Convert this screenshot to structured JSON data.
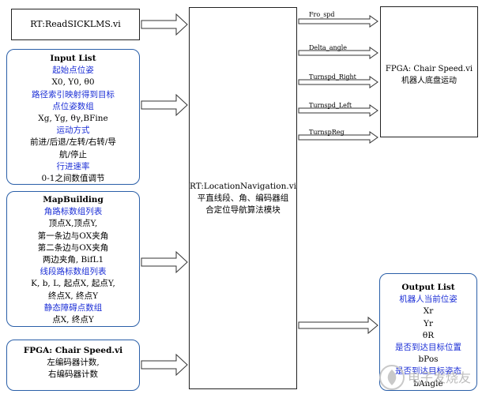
{
  "read_sick": {
    "label": "RT:ReadSICKLMS.vi"
  },
  "input_list": {
    "title": "Input List",
    "lines": [
      {
        "text": "起始点位姿",
        "color": "blue"
      },
      {
        "text": "X0, Y0, θ0",
        "color": "black"
      },
      {
        "text": "路径索引映射得到目标",
        "color": "blue"
      },
      {
        "text": "点位姿数组",
        "color": "blue"
      },
      {
        "text": "Xg, Yg, θγ,BFine",
        "color": "black"
      },
      {
        "text": "运动方式",
        "color": "blue"
      },
      {
        "text": "前进/后退/左转/右转/导",
        "color": "black"
      },
      {
        "text": "航/停止",
        "color": "black"
      },
      {
        "text": "行进速率",
        "color": "blue"
      },
      {
        "text": "0-1之间数值调节",
        "color": "black"
      }
    ]
  },
  "map_building": {
    "title": "MapBuilding",
    "lines": [
      {
        "text": "角路标数组列表",
        "color": "blue"
      },
      {
        "text": "顶点X,顶点Y,",
        "color": "black"
      },
      {
        "text": "第一条边与OX夹角",
        "color": "black"
      },
      {
        "text": "第二条边与OX夹角",
        "color": "black"
      },
      {
        "text": "两边夹角, BifL1",
        "color": "black"
      },
      {
        "text": "线段路标数组列表",
        "color": "blue"
      },
      {
        "text": "K, b, L, 起点X, 起点Y,",
        "color": "black"
      },
      {
        "text": "终点X, 终点Y",
        "color": "black"
      },
      {
        "text": "静态障碍点数组",
        "color": "blue"
      },
      {
        "text": "点X, 终点Y",
        "color": "black"
      }
    ]
  },
  "fpga_input": {
    "title": "FPGA: Chair Speed.vi",
    "lines": [
      "左编码器计数,",
      "右编码器计数"
    ]
  },
  "location_nav": {
    "title": "RT:LocationNavigation.vi",
    "lines": [
      "平直线段、角、编码器组",
      "合定位导航算法模块"
    ]
  },
  "fpga_output": {
    "title": "FPGA: Chair Speed.vi",
    "subtitle": "机器人底盘运动"
  },
  "outputs": [
    "Fro_spd",
    "Delta_angle",
    "Turnspd_Right",
    "Turnspd_Left",
    "TurnspReg"
  ],
  "output_list": {
    "title": "Output List",
    "lines": [
      {
        "text": "机器人当前位姿",
        "color": "blue"
      },
      {
        "text": "Xr",
        "color": "black"
      },
      {
        "text": "Yr",
        "color": "black"
      },
      {
        "text": "θR",
        "color": "black"
      },
      {
        "text": "是否到达目标位置",
        "color": "blue"
      },
      {
        "text": "bPos",
        "color": "black"
      },
      {
        "text": "是否到达目标姿态",
        "color": "blue"
      },
      {
        "text": "bAngle",
        "color": "black"
      }
    ]
  },
  "watermark": {
    "text": "电子发烧友",
    "icon": "flame-logo-icon"
  },
  "colors": {
    "blue_text": "#1c2fd6",
    "box_border": "#2a5fa8",
    "arrow_fill": "#ffffff",
    "arrow_stroke": "#333333"
  }
}
